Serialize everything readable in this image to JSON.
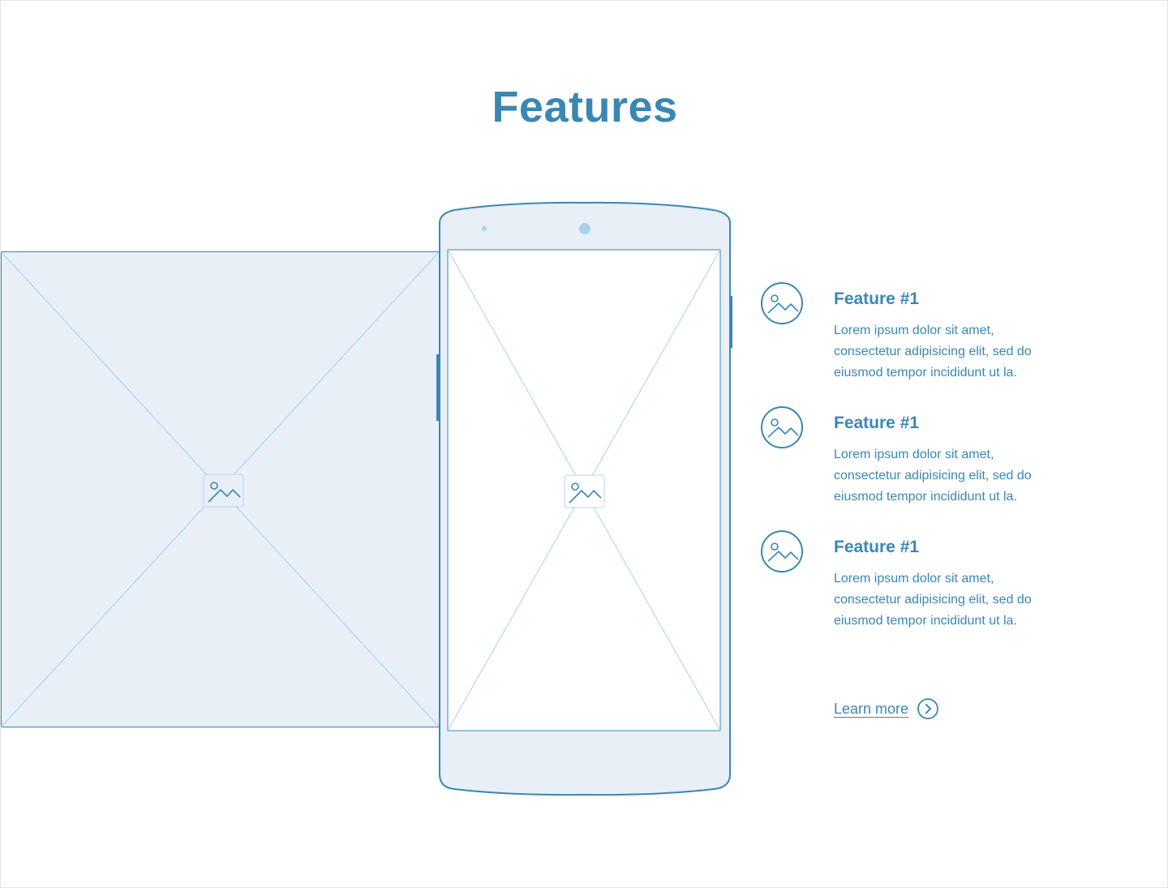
{
  "page": {
    "title": "Features"
  },
  "colors": {
    "accent": "#3a87b4",
    "panel_fill": "#e8eff7",
    "line_light": "#a9d2ea"
  },
  "media": {
    "large_placeholder_icon": "image-icon",
    "phone_screen_icon": "image-icon"
  },
  "features": [
    {
      "icon": "image-icon",
      "title": "Feature #1",
      "description": "Lorem ipsum dolor sit amet, consectetur adipisicing elit, sed do eiusmod tempor incididunt ut la."
    },
    {
      "icon": "image-icon",
      "title": "Feature #1",
      "description": "Lorem ipsum dolor sit amet, consectetur adipisicing elit, sed do eiusmod tempor incididunt ut la."
    },
    {
      "icon": "image-icon",
      "title": "Feature #1",
      "description": "Lorem ipsum dolor sit amet, consectetur adipisicing elit, sed do eiusmod tempor incididunt ut la."
    }
  ],
  "cta": {
    "label": "Learn more",
    "icon": "chevron-right-circle-icon"
  }
}
